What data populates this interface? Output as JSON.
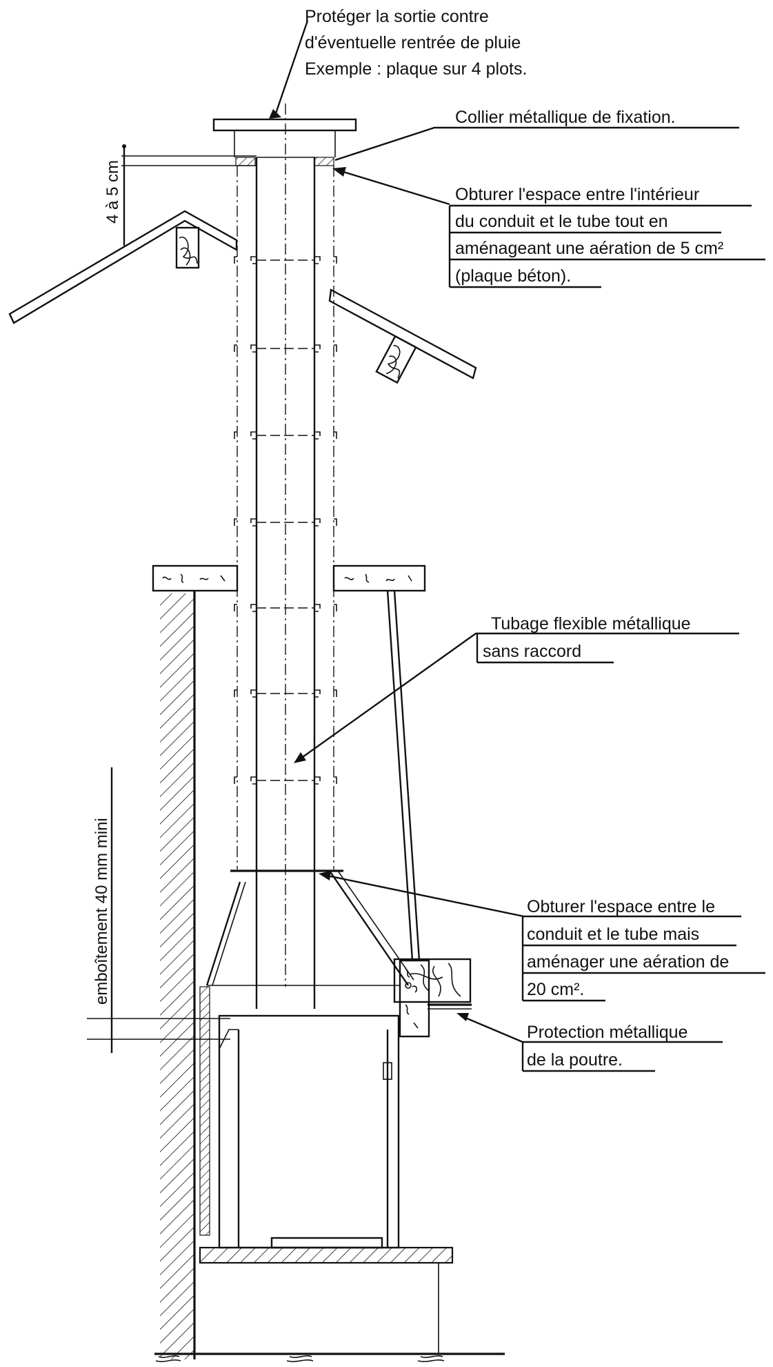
{
  "labels": {
    "rain_protection": [
      "Protéger la sortie contre",
      "d'éventuelle rentrée de pluie",
      "Exemple : plaque sur 4 plots."
    ],
    "collar": [
      "Collier métallique de fixation."
    ],
    "seal_top": [
      "Obturer l'espace entre l'intérieur",
      "du conduit et le tube tout en",
      "aménageant une aération de 5 cm²",
      "(plaque béton)."
    ],
    "flexible_liner": [
      "Tubage flexible métallique",
      "sans raccord"
    ],
    "seal_bottom": [
      "Obturer l'espace entre le",
      "conduit et le tube mais",
      "aménager une aération de",
      "20 cm²."
    ],
    "beam_protection": [
      "Protection métallique",
      "de la poutre."
    ]
  },
  "dimensions": {
    "top_gap": "4 à 5 cm",
    "socket_depth": "emboîtement 40 mm mini"
  },
  "colors": {
    "line": "#111111",
    "background": "#ffffff"
  }
}
